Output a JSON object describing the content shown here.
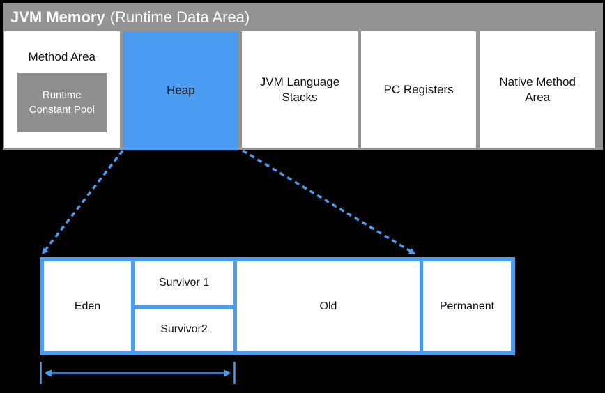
{
  "window": {
    "title_bold": "JVM Memory",
    "title_suffix": "(Runtime Data Area)"
  },
  "colors": {
    "background": "#000000",
    "panel_gray": "#939393",
    "constant_pool_gray": "#8f8f8f",
    "heap_blue": "#4a9cf2",
    "box_white": "#ffffff",
    "title_text": "#ffffff",
    "label_text": "#111111"
  },
  "memory_areas": {
    "method_area": {
      "label": "Method Area",
      "runtime_constant_pool": {
        "line1": "Runtime",
        "line2": "Constant Pool"
      }
    },
    "heap": {
      "label": "Heap"
    },
    "jvm_language_stacks": {
      "label": "JVM Language Stacks"
    },
    "pc_registers": {
      "label": "PC Registers"
    },
    "native_method_area": {
      "label": "Native Method Area"
    }
  },
  "heap_detail": {
    "eden": "Eden",
    "survivor1": "Survivor 1",
    "survivor2": "Survivor2",
    "old": "Old",
    "permanent": "Permanent"
  }
}
